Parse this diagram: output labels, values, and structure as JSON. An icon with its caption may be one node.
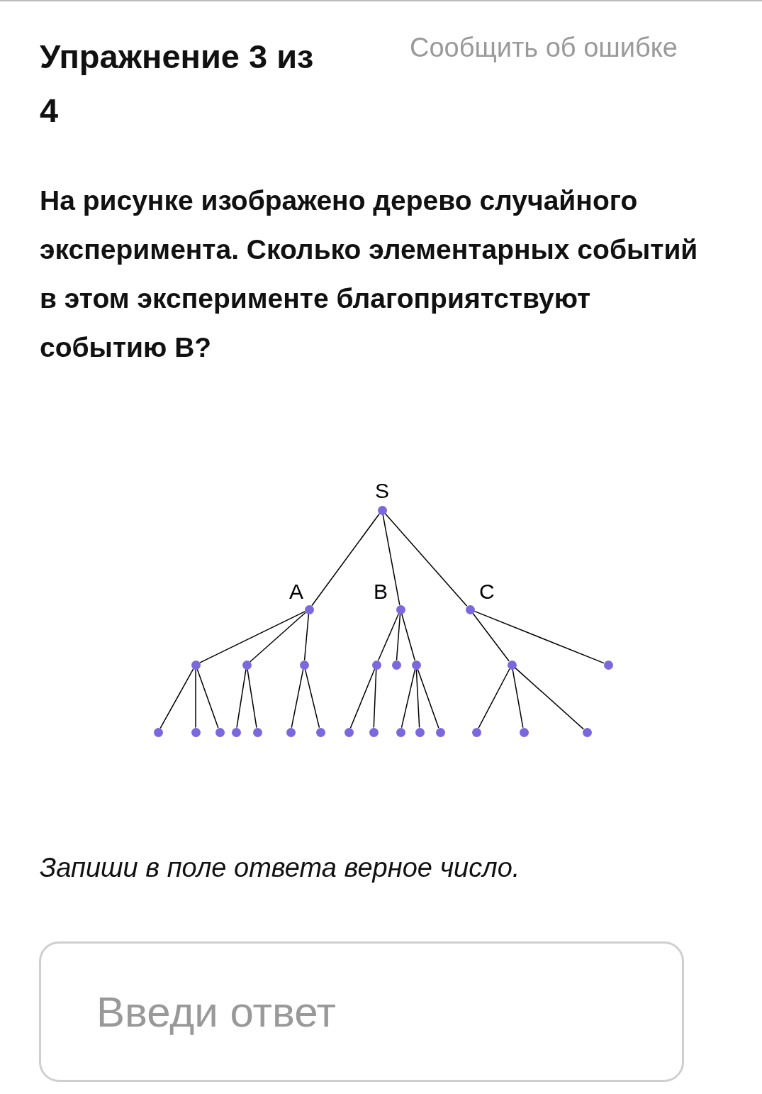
{
  "diagram": {
    "title": "Упражнение 3 из 4",
    "nodes": [
      {
        "text": [
          "S"
        ]
      },
      {
        "text": [
          "A"
        ]
      },
      {
        "text": [
          "B"
        ]
      },
      {
        "text": [
          "C"
        ]
      },
      {
        "text": [],
        "shape": "circle"
      },
      {
        "text": [],
        "shape": "circle"
      },
      {
        "text": [],
        "shape": "circle"
      },
      {
        "text": [],
        "shape": "circle"
      },
      {
        "text": [],
        "shape": "circle"
      },
      {
        "text": [],
        "shape": "circle"
      },
      {
        "text": [],
        "shape": "circle"
      },
      {
        "text": [],
        "shape": "circle"
      },
      {
        "text": [],
        "shape": "circle"
      },
      {
        "text": [],
        "shape": "circle"
      },
      {
        "text": [],
        "shape": "circle"
      },
      {
        "text": [],
        "shape": "circle"
      },
      {
        "text": [],
        "shape": "circle"
      },
      {
        "text": [],
        "shape": "circle"
      },
      {
        "text": [],
        "shape": "circle"
      },
      {
        "text": [],
        "shape": "circle"
      },
      {
        "text": [],
        "shape": "circle"
      },
      {
        "text": [],
        "shape": "circle"
      },
      {
        "text": [],
        "shape": "circle"
      },
      {
        "text": [],
        "shape": "circle"
      },
      {
        "text": [],
        "shape": "circle"
      },
      {
        "text": [],
        "shape": "circle"
      },
      {
        "text": [],
        "shape": "circle"
      }
    ],
    "edges": [
      {
        "from": 0,
        "to": 1,
        "arrow": "none"
      },
      {
        "from": 0,
        "to": 2,
        "arrow": "none"
      },
      {
        "from": 0,
        "to": 3,
        "arrow": "none"
      },
      {
        "from": 1,
        "to": 4,
        "arrow": "none"
      },
      {
        "from": 1,
        "to": 5,
        "arrow": "none"
      },
      {
        "from": 1,
        "to": 6,
        "arrow": "none"
      },
      {
        "from": 2,
        "to": 7,
        "arrow": "none"
      },
      {
        "from": 2,
        "to": 8,
        "arrow": "none"
      },
      {
        "from": 2,
        "to": 9,
        "arrow": "none"
      },
      {
        "from": 3,
        "to": 10,
        "arrow": "none"
      },
      {
        "from": 3,
        "to": 11,
        "arrow": "none"
      },
      {
        "from": 4,
        "to": 12,
        "arrow": "none"
      },
      {
        "from": 4,
        "to": 13,
        "arrow": "none"
      },
      {
        "from": 4,
        "to": 14,
        "arrow": "none"
      },
      {
        "from": 5,
        "to": 15,
        "arrow": "none"
      },
      {
        "from": 5,
        "to": 16,
        "arrow": "none"
      },
      {
        "from": 6,
        "to": 17,
        "arrow": "none"
      },
      {
        "from": 6,
        "to": 18,
        "arrow": "none"
      },
      {
        "from": 7,
        "to": 19,
        "arrow": "none"
      },
      {
        "from": 7,
        "to": 20,
        "arrow": "none"
      },
      {
        "from": 9,
        "to": 21,
        "arrow": "none"
      },
      {
        "from": 9,
        "to": 22,
        "arrow": "none"
      },
      {
        "from": 9,
        "to": 23,
        "arrow": "none"
      },
      {
        "from": 10,
        "to": 24,
        "arrow": "none"
      },
      {
        "from": 10,
        "to": 25,
        "arrow": "none"
      },
      {
        "from": 10,
        "to": 26,
        "arrow": "none"
      }
    ],
    "labels": [
      "Сообщить об ошибке",
      "На рисунке изображено дерево случайного эксперимента. Сколько элементарных событий в этом эксперименте благоприятствуют событию B?",
      "Запиши в поле ответа верное число.",
      "Введи ответ"
    ]
  }
}
